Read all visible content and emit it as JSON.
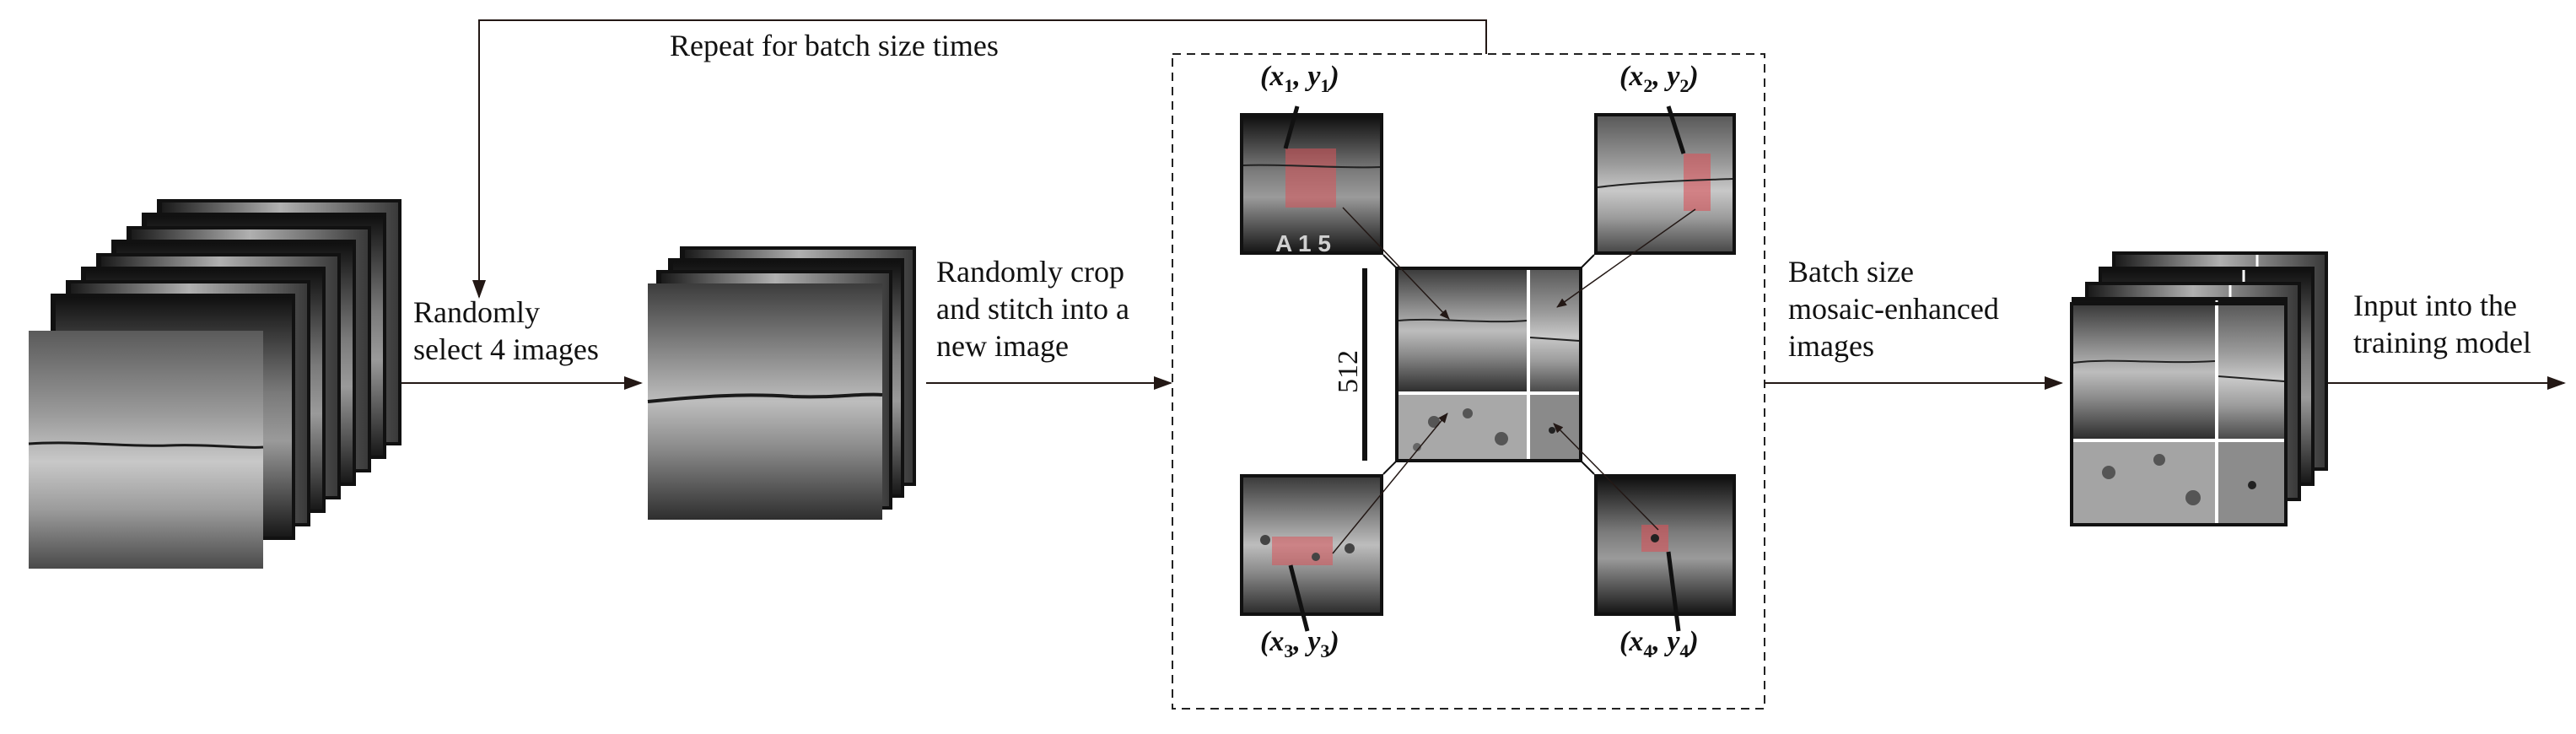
{
  "labels": {
    "repeat": "Repeat for batch size times",
    "randomly_select": [
      "Randomly",
      "select 4 images"
    ],
    "randomly_crop": [
      "Randomly crop",
      "and stitch into a",
      "new image"
    ],
    "batch_size": [
      "Batch size",
      "mosaic-enhanced",
      "images"
    ],
    "input_model": [
      "Input into the",
      "training model"
    ],
    "size_512": "512",
    "overlay_text": "A 1 5"
  },
  "coords": [
    {
      "x": "x",
      "xs": "1",
      "y": "y",
      "ys": "1"
    },
    {
      "x": "x",
      "xs": "2",
      "y": "y",
      "ys": "2"
    },
    {
      "x": "x",
      "xs": "3",
      "y": "y",
      "ys": "3"
    },
    {
      "x": "x",
      "xs": "4",
      "y": "y",
      "ys": "4"
    }
  ],
  "colors": {
    "arrow": "#231815",
    "crop_highlight": "#d9545a",
    "frame": "#111111"
  }
}
